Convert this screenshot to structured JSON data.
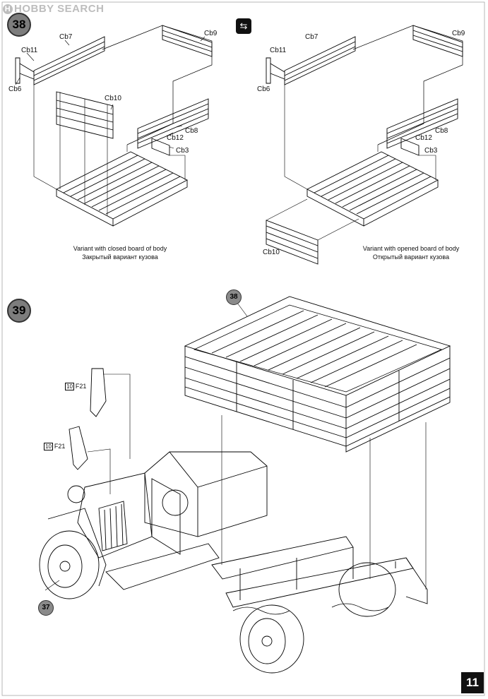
{
  "watermark": "HOBBY SEARCH",
  "steps": {
    "s38": "38",
    "s39": "39"
  },
  "top_left": {
    "labels": {
      "cb7": "Cb7",
      "cb9": "Cb9",
      "cb11": "Cb11",
      "cb6": "Cb6",
      "cb10": "Cb10",
      "cb8": "Cb8",
      "cb12": "Cb12",
      "cb3": "Cb3"
    },
    "caption_en": "Variant with closed board of body",
    "caption_ru": "Закрытый вариант кузова"
  },
  "top_right": {
    "labels": {
      "cb7": "Cb7",
      "cb9": "Cb9",
      "cb11": "Cb11",
      "cb6": "Cb6",
      "cb8": "Cb8",
      "cb12": "Cb12",
      "cb3": "Cb3",
      "cb10": "Cb10"
    },
    "caption_en": "Variant with opened board of body",
    "caption_ru": "Открытый вариант кузова"
  },
  "bottom": {
    "ref_38": "38",
    "ref_37": "37",
    "part1_num": "10",
    "part1_name": "F21",
    "part2_num": "10",
    "part2_name": "F21"
  },
  "page_number": "11",
  "symbol_icon": "flip-icon"
}
